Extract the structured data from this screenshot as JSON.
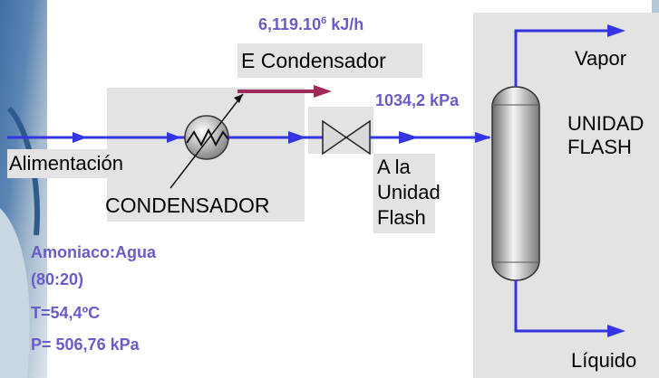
{
  "duty": {
    "value": "6,119.10",
    "exponent": "6",
    "unit": " kJ/h"
  },
  "energy_stream_label": "E Condensador",
  "pressure_label": "1034,2 kPa",
  "vapor_label": "Vapor",
  "flash_unit_label": [
    "UNIDAD",
    "FLASH"
  ],
  "feed_label": "Alimentación",
  "condenser_label": "CONDENSADOR",
  "outlet_label": [
    "A la",
    "Unidad",
    "Flash"
  ],
  "feed_conditions": [
    "Amoniaco:Agua",
    "(80:20)",
    "T=54,4ºC",
    "P= 506,76 kPa"
  ],
  "liquid_label": "Líquido",
  "colors": {
    "stream": "#3434e0",
    "energy": "#a0285a",
    "panel": "#e3e3e3",
    "annotation": "#6a5cc8"
  }
}
